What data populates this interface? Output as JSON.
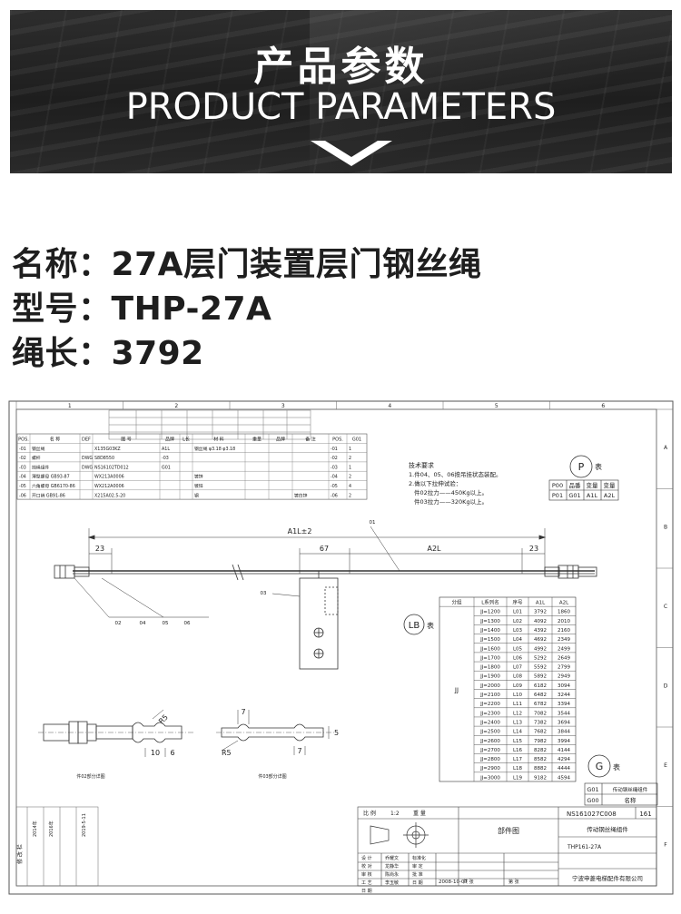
{
  "banner": {
    "title_cn": "产品参数",
    "title_en": "PRODUCT PARAMETERS",
    "arrow_icon": "chevron-down-icon"
  },
  "specs": {
    "name_label": "名称：",
    "name_value": "27A层门装置层门钢丝绳",
    "model_label": "型号：",
    "model_value": "THP-27A",
    "length_label": "绳长：",
    "length_value": "3792"
  },
  "drawing": {
    "top_ruler": [
      "1",
      "2",
      "3",
      "4",
      "5",
      "6"
    ],
    "side_ruler": [
      "A",
      "B",
      "C",
      "D",
      "E",
      "F"
    ],
    "parts_table": {
      "headers": [
        "POS.",
        "名  称",
        "DEF",
        "图  号",
        "品牌",
        "L长",
        "材  料",
        "重量",
        "品牌",
        "备  注",
        "POS.",
        "G01"
      ],
      "rows": [
        [
          "-01",
          "钢丝绳",
          "",
          "X135G03KZ",
          "A1L",
          "",
          "钢丝绳 φ3.18 φ3.18",
          "",
          "",
          "",
          "-01",
          "1"
        ],
        [
          "-02",
          "螺杆",
          "DWG",
          "S8D8550",
          "-03",
          "",
          "",
          "",
          "",
          "",
          "-02",
          "2"
        ],
        [
          "-03",
          "挡绳组件",
          "DWG",
          "NS16102TD012",
          "G01",
          "",
          "",
          "",
          "",
          "",
          "-03",
          "1"
        ],
        [
          "-04",
          "薄型螺母 GB93-87",
          "",
          "WX213A0006",
          "",
          "",
          "镀锌",
          "",
          "",
          "",
          "-04",
          "2"
        ],
        [
          "-05",
          "六角螺母 GB6170-86",
          "",
          "WX212A0006",
          "",
          "",
          "镀锌",
          "",
          "",
          "",
          "-05",
          "4"
        ],
        [
          "-06",
          "开口销 GB91-86",
          "",
          "X215A02.5-20",
          "",
          "",
          "钢",
          "",
          "",
          "镀白锌",
          "-06",
          "2"
        ]
      ]
    },
    "tech_notes": {
      "title": "技术要求",
      "lines": [
        "1.件04、05、06按吊挂状态装配。",
        "2.做以下拉伸试验：",
        "件02拉力——450Kg以上。",
        "件03拉力——320Kg以上。"
      ]
    },
    "p_table": {
      "circle_label": "P",
      "circle_suffix": "表",
      "header": [
        "P00",
        "品番",
        "变量",
        "变量"
      ],
      "row": [
        "P01",
        "G01",
        "A1L",
        "A2L"
      ]
    },
    "dims": {
      "overall": "A1L±2",
      "left_end": "23",
      "right_end": "23",
      "middle": "67",
      "right_span": "A2L",
      "part01": "01",
      "part03": "03",
      "callouts": [
        "02",
        "04",
        "05",
        "06"
      ]
    },
    "lb_table": {
      "circle_label": "LB",
      "circle_suffix": "表",
      "group_label": "JJ",
      "headers": [
        "分组",
        "L系列名",
        "序号",
        "A1L",
        "A2L"
      ],
      "rows": [
        [
          "JJ=1200",
          "L01",
          "3792",
          "1860"
        ],
        [
          "JJ=1300",
          "L02",
          "4092",
          "2010"
        ],
        [
          "JJ=1400",
          "L03",
          "4392",
          "2160"
        ],
        [
          "JJ=1500",
          "L04",
          "4692",
          "2349"
        ],
        [
          "JJ=1600",
          "L05",
          "4992",
          "2499"
        ],
        [
          "JJ=1700",
          "L06",
          "5292",
          "2649"
        ],
        [
          "JJ=1800",
          "L07",
          "5592",
          "2799"
        ],
        [
          "JJ=1900",
          "L08",
          "5892",
          "2949"
        ],
        [
          "JJ=2000",
          "L09",
          "6182",
          "3094"
        ],
        [
          "JJ=2100",
          "L10",
          "6482",
          "3244"
        ],
        [
          "JJ=2200",
          "L11",
          "6782",
          "3394"
        ],
        [
          "JJ=2300",
          "L12",
          "7082",
          "3544"
        ],
        [
          "JJ=2400",
          "L13",
          "7382",
          "3694"
        ],
        [
          "JJ=2500",
          "L14",
          "7682",
          "3844"
        ],
        [
          "JJ=2600",
          "L15",
          "7982",
          "3994"
        ],
        [
          "JJ=2700",
          "L16",
          "8282",
          "4144"
        ],
        [
          "JJ=2800",
          "L17",
          "8582",
          "4294"
        ],
        [
          "JJ=2900",
          "L18",
          "8882",
          "4444"
        ],
        [
          "JJ=3000",
          "L19",
          "9182",
          "4594"
        ]
      ]
    },
    "g_table": {
      "circle_label": "G",
      "circle_suffix": "表",
      "rows": [
        [
          "G01",
          "传动钢丝绳组件"
        ],
        [
          "G00",
          "名称"
        ]
      ]
    },
    "detail_dims": {
      "r5_left": "R5",
      "ten": "10",
      "six": "6",
      "seven_top": "7",
      "seven_bottom": "7",
      "five": "5",
      "r5_right": "R5",
      "caption_left": "件02部分详图",
      "caption_right": "件03部分详图"
    },
    "title_block": {
      "scale_label": "比 例",
      "scale_value": "1:2",
      "weight_label": "重 量",
      "drawing_no": "NS161027C008",
      "page": "161",
      "doc_type": "部件图",
      "part_name": "传动钢丝绳组件",
      "model": "THP161-27A",
      "company": "宁波申菱电梯配件有限公司",
      "date": "2008-10-07",
      "sign_labels": [
        "设 计",
        "校 对",
        "审 核",
        "工 艺",
        "日 期"
      ],
      "sign_names": [
        "乔耀文",
        "龙静华",
        "陈尚永",
        "李玉敏"
      ],
      "sign_cols": [
        "标准化",
        "审 定",
        "批 准",
        "日 期"
      ],
      "row_labels": [
        "共 张",
        "第 张"
      ],
      "side_notes": [
        "修 改 栏",
        "2014年",
        "2016年",
        "2019-5-11"
      ]
    }
  }
}
